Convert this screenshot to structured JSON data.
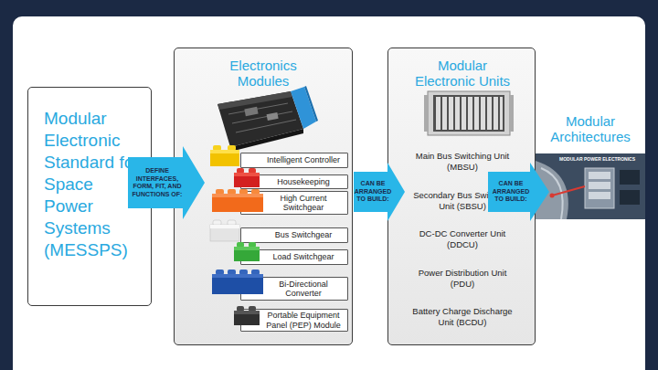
{
  "diagram": {
    "nodes": [
      {
        "text": [
          "Modular Electronic Standard for Space Power Systems (MESSPS)"
        ]
      },
      {
        "text": [
          "DEFINE INTERFACES, FORM, FIT, AND FUNCTIONS OF:"
        ]
      },
      {
        "text": [
          "Electronics Modules"
        ]
      },
      {
        "text": [
          "Intelligent Controller"
        ],
        "in": 2
      },
      {
        "text": [
          "Housekeeping"
        ],
        "in": 2
      },
      {
        "text": [
          "High Current Switchgear"
        ],
        "in": 2
      },
      {
        "text": [
          "Bus Switchgear"
        ],
        "in": 2
      },
      {
        "text": [
          "Load Switchgear"
        ],
        "in": 2
      },
      {
        "text": [
          "Bi-Directional Converter"
        ],
        "in": 2
      },
      {
        "text": [
          "Portable Equipment Panel (PEP) Module"
        ],
        "in": 2
      },
      {
        "text": [
          "CAN BE ARRANGED TO BUILD:"
        ]
      },
      {
        "text": [
          "Modular Electronic Units",
          "Main Bus Switching Unit (MBSU)",
          "Secondary Bus Switching Unit (SBSU)",
          "DC-DC Converter Unit (DDCU)",
          "Power Distribution Unit (PDU)",
          "Battery Charge Discharge Unit (BCDU)"
        ]
      },
      {
        "text": [
          "CAN BE ARRANGED TO BUILD:"
        ]
      }
    ],
    "labels": [
      "Modular Architectures",
      "MODULAR POWER ELECTRONICS"
    ]
  }
}
